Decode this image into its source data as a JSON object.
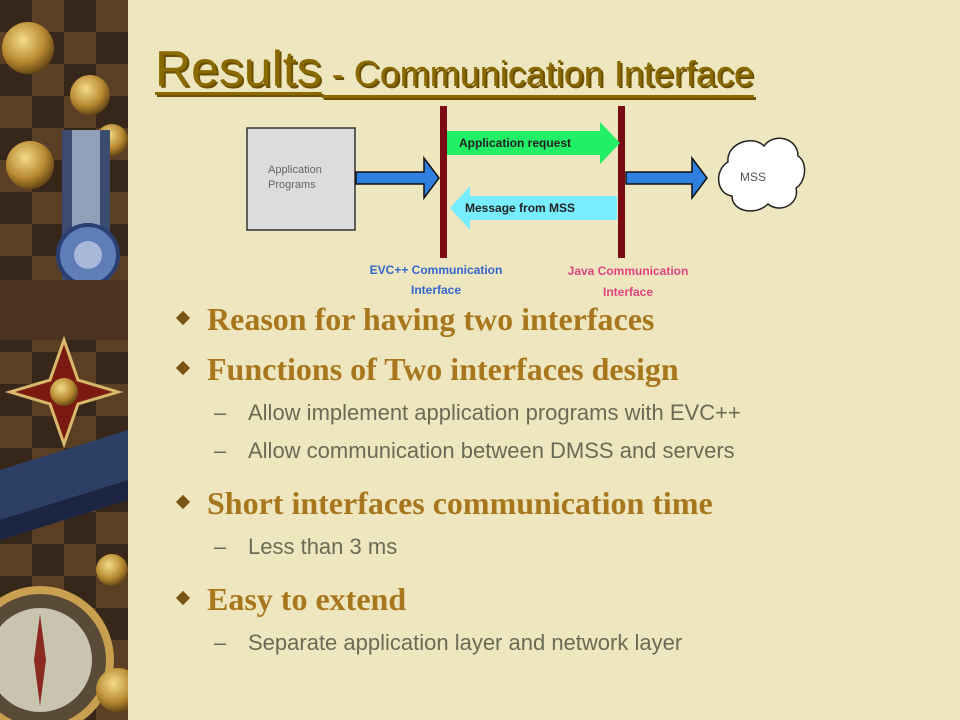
{
  "title": {
    "main": "Results",
    "sub": " - Communication Interface"
  },
  "diagram": {
    "app_box": [
      "Application",
      "Programs"
    ],
    "mss_label": "MSS",
    "request_label": "Application request",
    "message_label": "Message from MSS",
    "evc_label": [
      "EVC++ Communication",
      "Interface"
    ],
    "java_label": [
      "Java Communication",
      "Interface"
    ]
  },
  "colors": {
    "title": "#8A6A00",
    "bullet": "#A8761C",
    "sub": "#6B6B55",
    "evc": "#3366CC",
    "java": "#E0447F",
    "request": "#22EE66",
    "message": "#77EEFF",
    "bar": "#7A0A14"
  },
  "bullets": [
    {
      "text": "Reason for having two interfaces",
      "subs": []
    },
    {
      "text": "Functions of Two interfaces design",
      "subs": [
        "Allow implement application programs with EVC++",
        "Allow communication between DMSS and servers"
      ]
    },
    {
      "text": "Short interfaces communication  time",
      "subs": [
        "Less than 3 ms"
      ]
    },
    {
      "text": "Easy to extend",
      "subs": [
        "Separate application layer and network layer"
      ]
    }
  ],
  "dash": "–"
}
